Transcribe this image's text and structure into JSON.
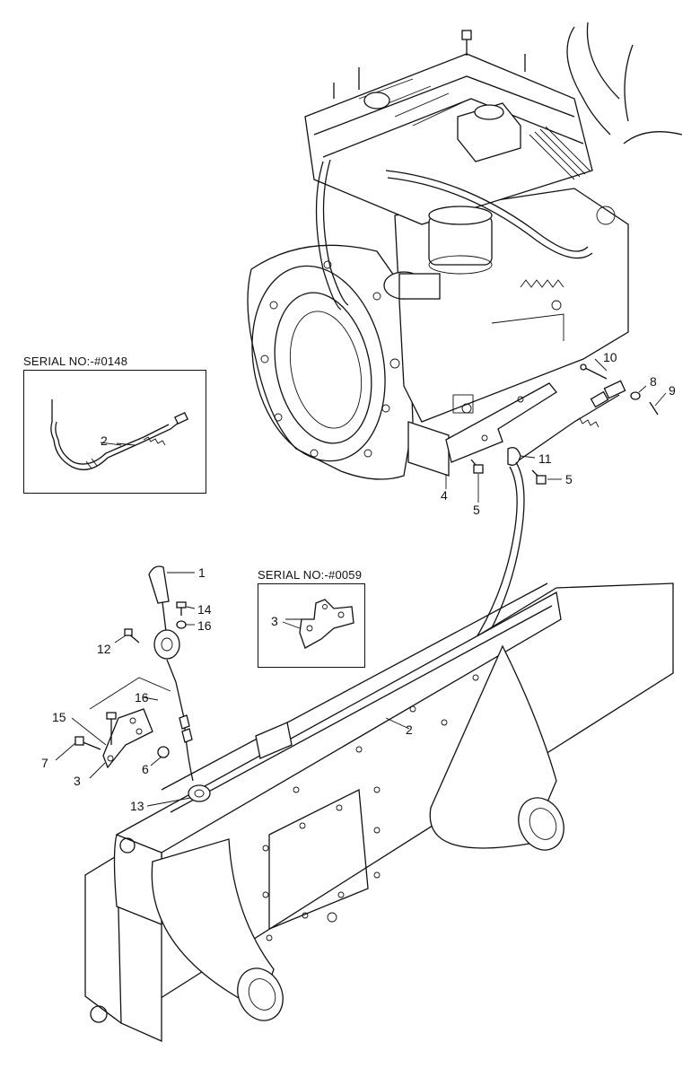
{
  "insets": {
    "left": {
      "title": "SERIAL NO:-#0148",
      "callout": "2"
    },
    "center": {
      "title": "SERIAL NO:-#0059",
      "callout": "3"
    }
  },
  "callouts": {
    "c1": "1",
    "c2": "2",
    "c3": "3",
    "c4": "4",
    "c5a": "5",
    "c5b": "5",
    "c6": "6",
    "c7": "7",
    "c8": "8",
    "c9": "9",
    "c10": "10",
    "c11": "11",
    "c12": "12",
    "c13": "13",
    "c14": "14",
    "c15": "15",
    "c16a": "16",
    "c16b": "16"
  }
}
